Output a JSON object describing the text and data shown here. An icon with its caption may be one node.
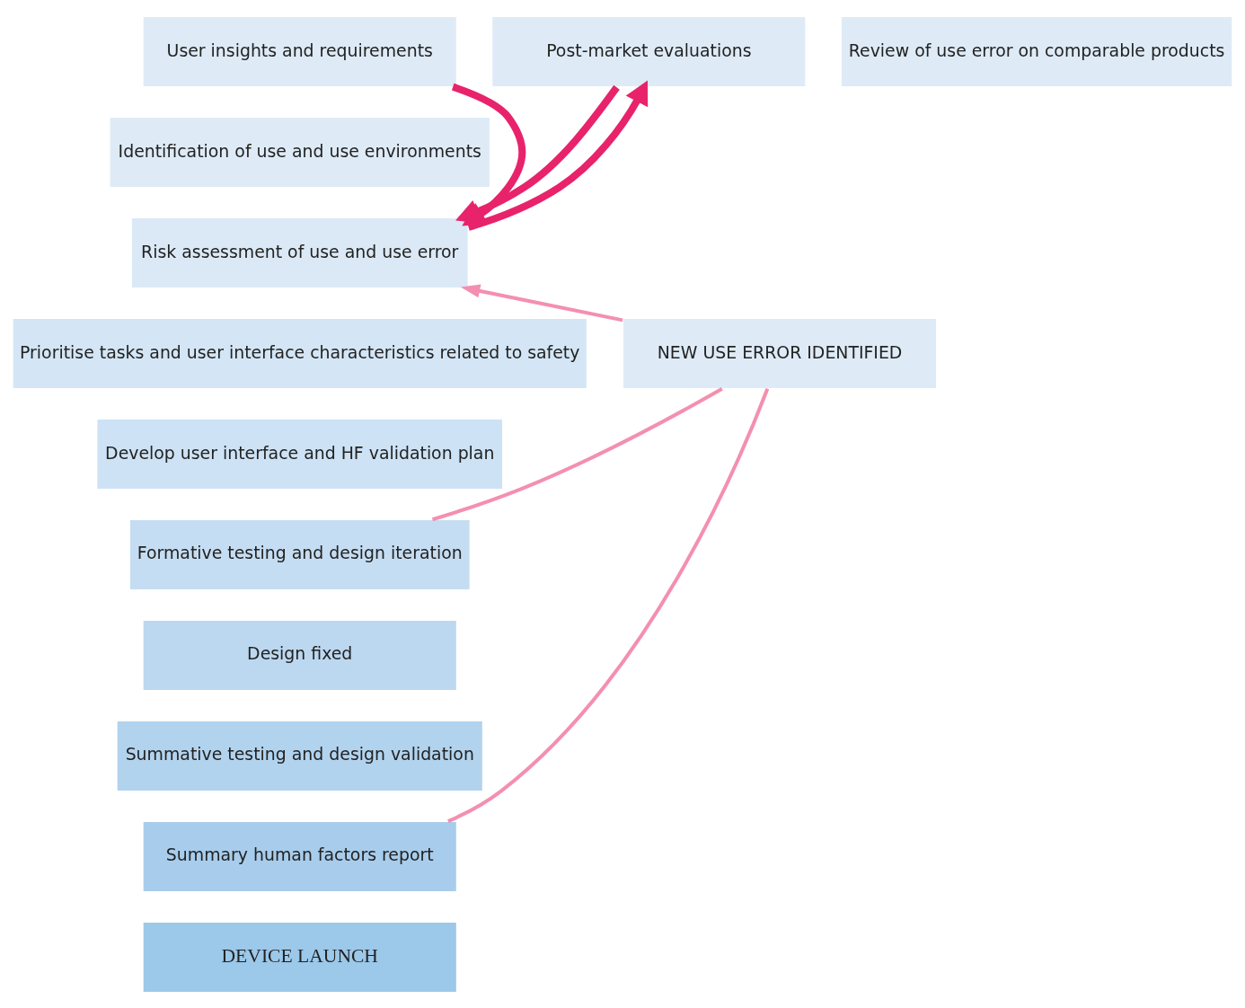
{
  "diagram": {
    "nodes": [
      {
        "text": [
          "User insights and requirements"
        ]
      },
      {
        "text": [
          "Identification of use and use environments"
        ]
      },
      {
        "text": [
          "Review of use error on comparable products"
        ]
      },
      {
        "text": [
          "Post-market evaluations"
        ]
      },
      {
        "text": [
          "Risk assessment of use and use error"
        ]
      },
      {
        "text": [
          "Prioritise tasks and user interface characteristics related to safety"
        ]
      },
      {
        "text": [
          "Develop user interface and HF validation plan"
        ]
      },
      {
        "text": [
          "Formative testing and design iteration"
        ]
      },
      {
        "text": [
          "Design fixed"
        ]
      },
      {
        "text": [
          "Summative testing and design validation"
        ]
      },
      {
        "text": [
          "Summary human factors report"
        ]
      },
      {
        "text": [
          "DEVICE LAUNCH"
        ]
      },
      {
        "text": [
          "NEW USE ERROR IDENTIFIED"
        ]
      }
    ],
    "edges": [
      {
        "from": 0,
        "to": 4,
        "arrow": "to",
        "style": "thick"
      },
      {
        "from": 3,
        "to": 4,
        "arrow": "to",
        "style": "thick"
      },
      {
        "from": 4,
        "to": 3,
        "arrow": "to",
        "style": "thick"
      },
      {
        "from": 7,
        "to": 12,
        "arrow": "none",
        "color": "#f48fb1"
      },
      {
        "from": 10,
        "to": 12,
        "arrow": "none",
        "color": "#f48fb1"
      },
      {
        "from": 12,
        "to": 4,
        "arrow": "to",
        "color": "#f48fb1"
      }
    ]
  }
}
